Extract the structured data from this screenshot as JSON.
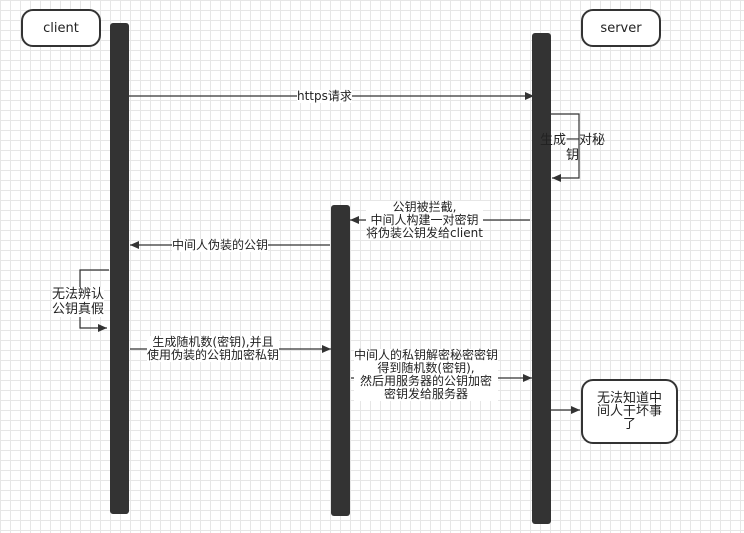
{
  "actors": {
    "client": "client",
    "server": "server"
  },
  "messages": {
    "https_request": "https请求",
    "server_self_lines": [
      "生成一对秘",
      "钥"
    ],
    "intercept_lines": [
      "公钥被拦截,",
      "中间人构建一对密钥",
      "将伪装公钥发给client"
    ],
    "fake_pubkey": "中间人伪装的公钥",
    "client_self_lines": [
      "无法辨认",
      "公钥真假"
    ],
    "client_send_lines": [
      "生成随机数(密钥),并且",
      "使用伪装的公钥加密私钥"
    ],
    "mitm_forward_lines": [
      "中间人的私钥解密秘密密钥",
      "得到随机数(密钥),",
      "然后用服务器的公钥加密",
      "密钥发给服务器"
    ]
  },
  "note": {
    "lines": [
      "无法知道中",
      "间人干坏事",
      "了"
    ]
  }
}
